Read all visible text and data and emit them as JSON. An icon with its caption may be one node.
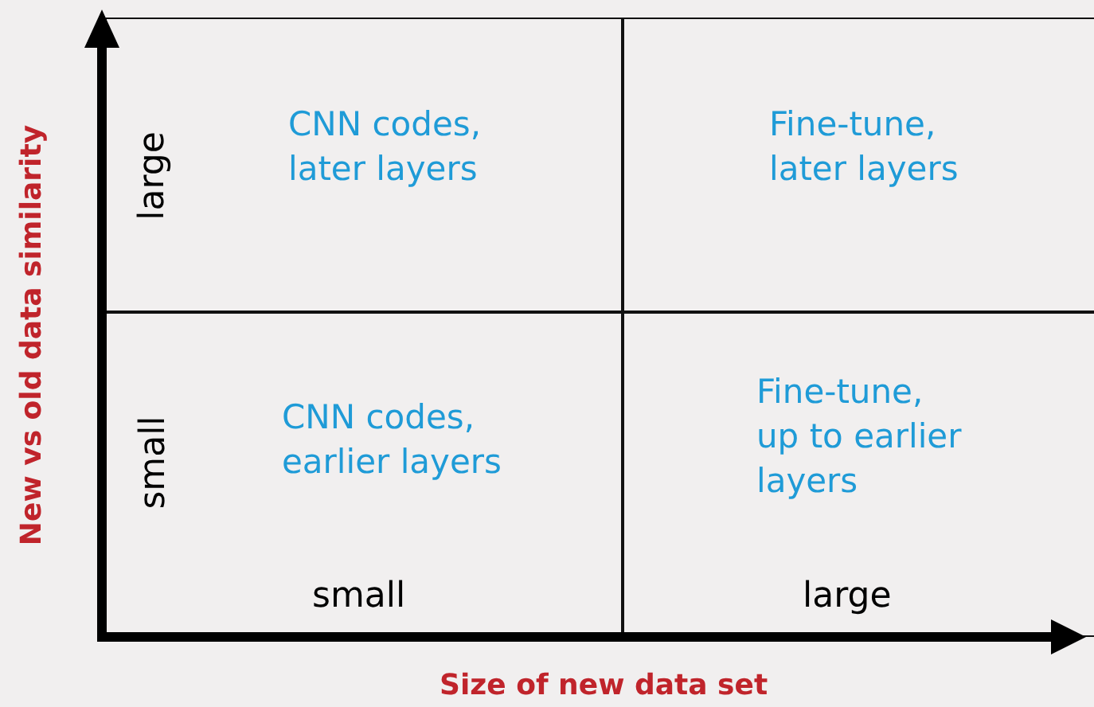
{
  "diagram": {
    "nodes": [
      {
        "text": [
          "CNN codes, later layers"
        ]
      },
      {
        "text": [
          "Fine-tune, later layers"
        ]
      },
      {
        "text": [
          "CNN codes, earlier layers"
        ]
      },
      {
        "text": [
          "Fine-tune, up to earlier layers"
        ]
      }
    ],
    "labels": [
      "New vs old data similarity",
      "large",
      "small",
      "small",
      "large",
      "Size of new data set"
    ]
  }
}
